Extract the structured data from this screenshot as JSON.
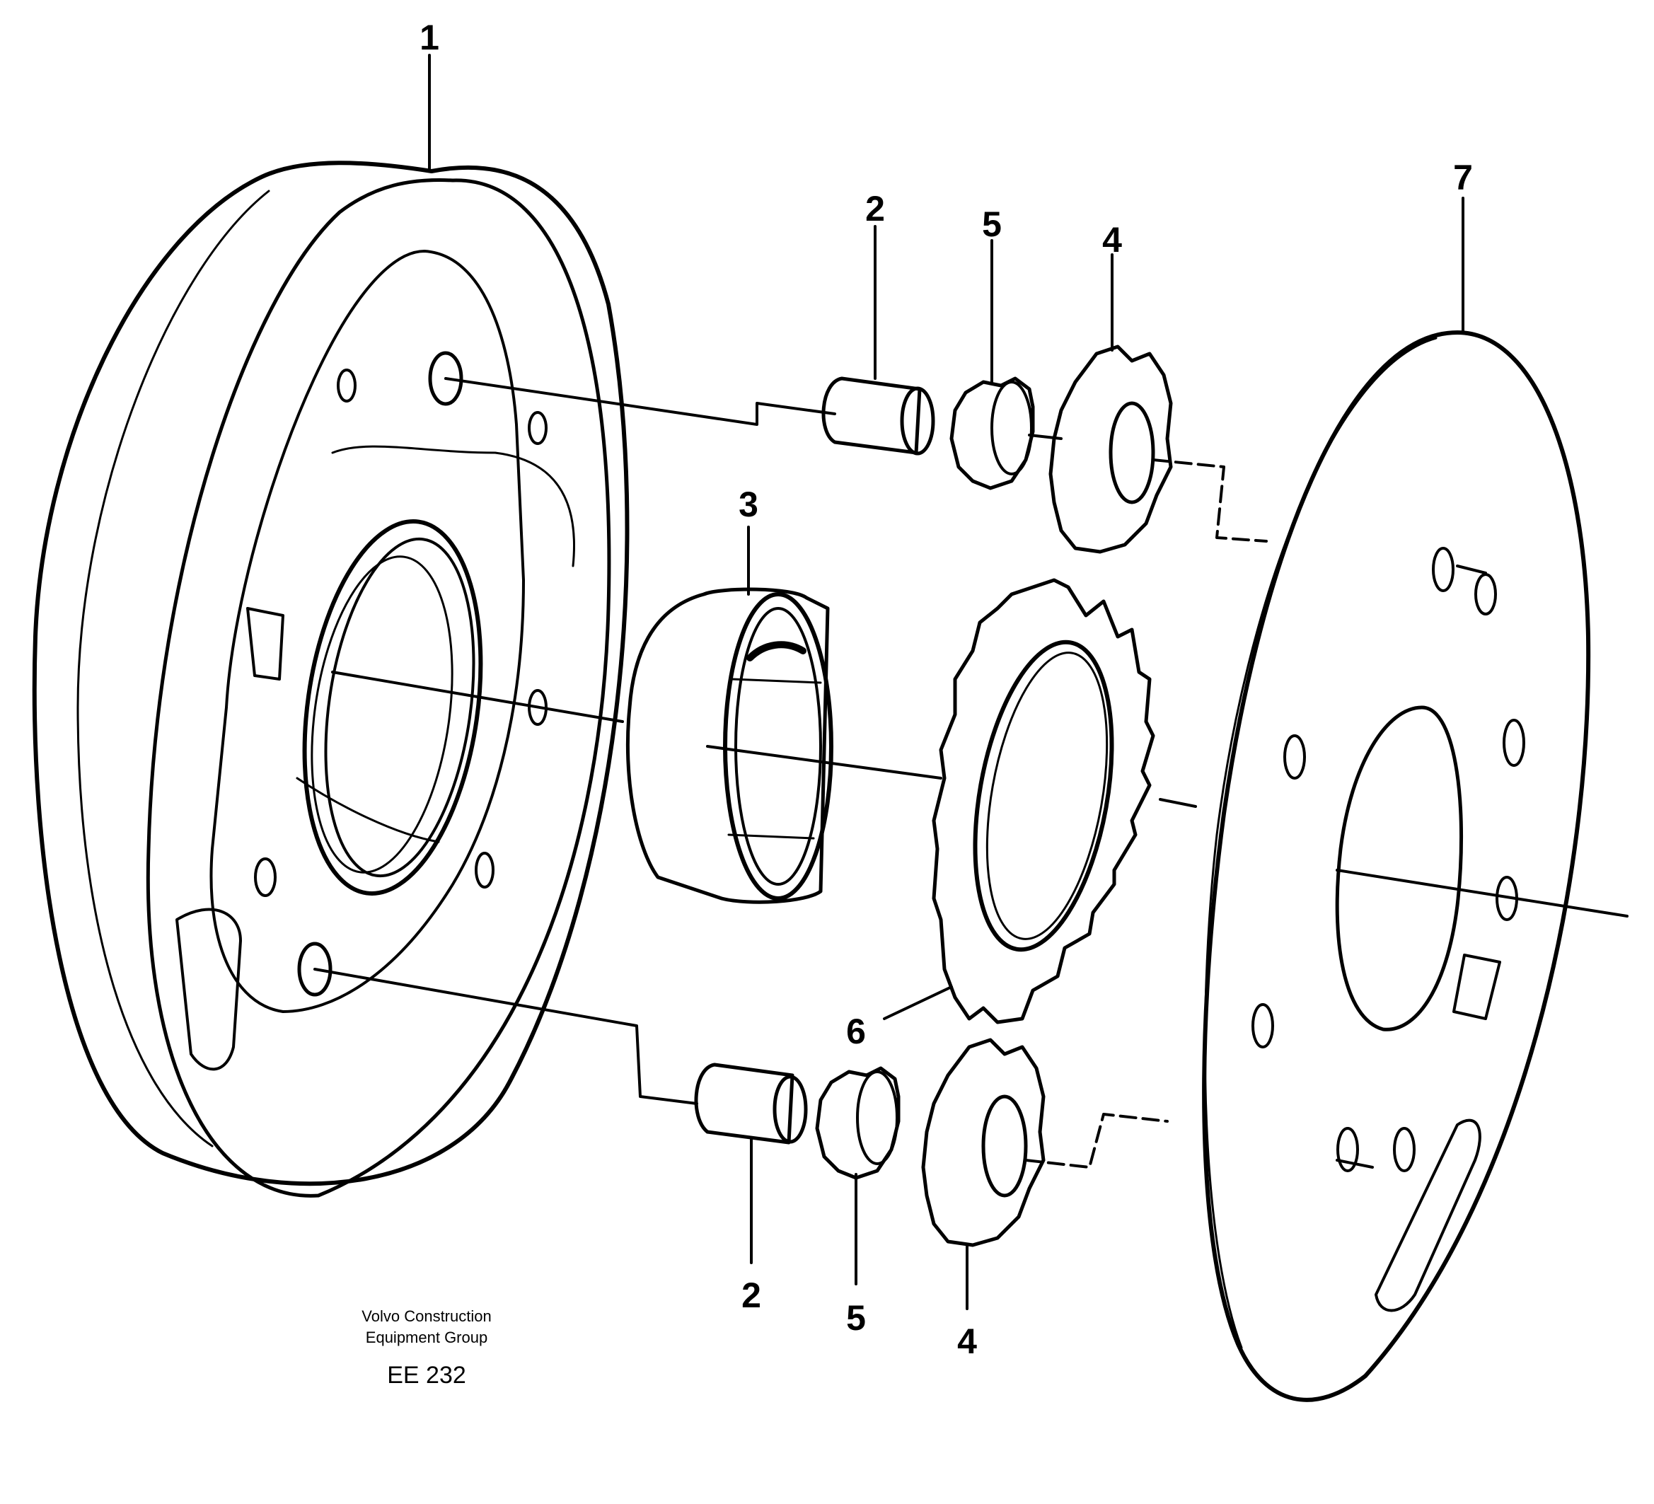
{
  "callouts": {
    "c1": "1",
    "c2_top": "2",
    "c5_top": "5",
    "c4_top": "4",
    "c7": "7",
    "c3": "3",
    "c6": "6",
    "c2_bottom": "2",
    "c5_bottom": "5",
    "c4_bottom": "4"
  },
  "caption": {
    "line1": "Volvo Construction",
    "line2": "Equipment Group",
    "code": "EE 232"
  }
}
